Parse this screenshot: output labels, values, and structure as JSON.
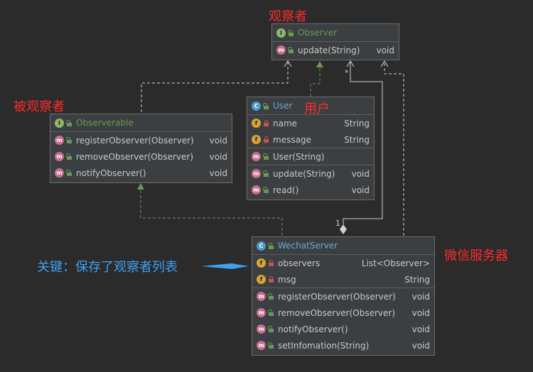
{
  "annotations": {
    "observer_label": "观察者",
    "observable_label": "被观察者",
    "user_label": "用户",
    "server_label": "微信服务器",
    "key_note": "关键：保存了观察者列表"
  },
  "multiplicity": {
    "many": "*",
    "one": "1"
  },
  "observer": {
    "badge": "I",
    "name": "Observer",
    "methods": [
      {
        "badge": "m",
        "name": "update(String)",
        "type": "void"
      }
    ]
  },
  "observerable": {
    "badge": "I",
    "name": "Observerable",
    "methods": [
      {
        "badge": "m",
        "name": "registerObserver(Observer)",
        "type": "void"
      },
      {
        "badge": "m",
        "name": "removeObserver(Observer)",
        "type": "void"
      },
      {
        "badge": "m",
        "name": "notifyObserver()",
        "type": "void"
      }
    ]
  },
  "user": {
    "badge": "C",
    "name": "User",
    "fields": [
      {
        "badge": "f",
        "name": "name",
        "type": "String"
      },
      {
        "badge": "f",
        "name": "message",
        "type": "String"
      }
    ],
    "constructors": [
      {
        "badge": "m",
        "name": "User(String)"
      }
    ],
    "methods": [
      {
        "badge": "m",
        "name": "update(String)",
        "type": "void"
      },
      {
        "badge": "m",
        "name": "read()",
        "type": "void"
      }
    ]
  },
  "server": {
    "badge": "C",
    "name": "WechatServer",
    "fields": [
      {
        "badge": "f",
        "name": "observers",
        "type": "List<Observer>"
      },
      {
        "badge": "f",
        "name": "msg",
        "type": "String"
      }
    ],
    "methods": [
      {
        "badge": "m",
        "name": "registerObserver(Observer)",
        "type": "void"
      },
      {
        "badge": "m",
        "name": "removeObserver(Observer)",
        "type": "void"
      },
      {
        "badge": "m",
        "name": "notifyObserver()",
        "type": "void"
      },
      {
        "badge": "m",
        "name": "setInfomation(String)",
        "type": "void"
      }
    ]
  },
  "colors": {
    "background": "#2b2b2b",
    "box": "#3c3f41",
    "annotation_red": "#ff2b2b",
    "annotation_blue": "#3ea0f0",
    "implements_line": "#6a9955",
    "association_line": "#d0d0d0"
  }
}
